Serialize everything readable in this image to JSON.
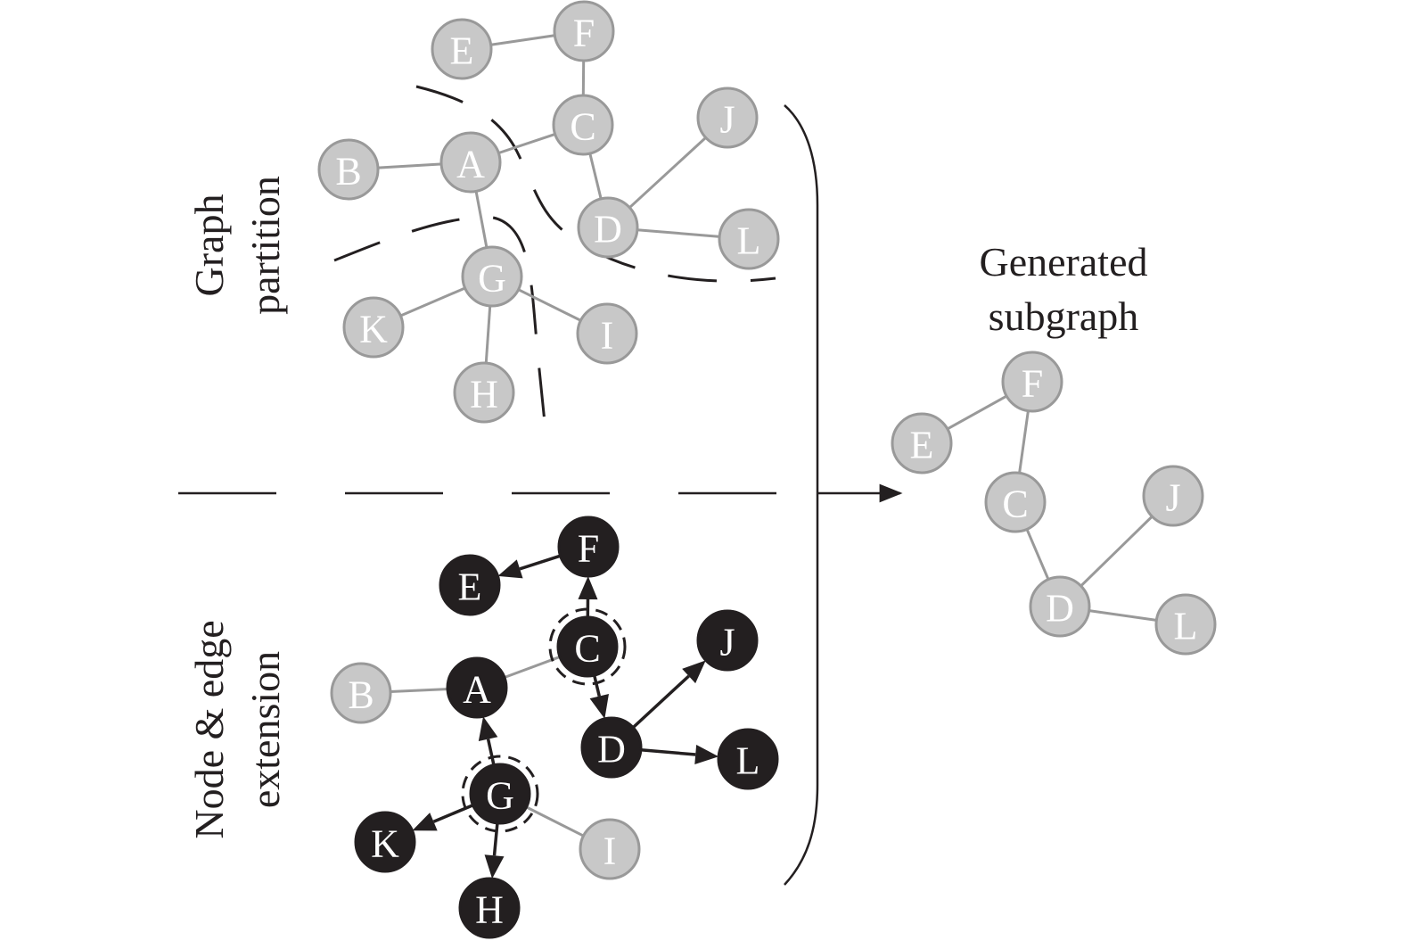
{
  "labels": {
    "partition_line1": "Graph",
    "partition_line2": "partition",
    "extension_line1": "Node & edge",
    "extension_line2": "extension",
    "generated_line1": "Generated",
    "generated_line2": "subgraph"
  },
  "colors": {
    "gray_fill": "#c8c8c8",
    "gray_stroke": "#999999",
    "black_fill": "#231f20",
    "edge_gray": "#999999"
  },
  "graphs": {
    "partition": {
      "nodes": [
        "E",
        "F",
        "C",
        "J",
        "B",
        "A",
        "D",
        "L",
        "G",
        "K",
        "I",
        "H"
      ],
      "edges": [
        [
          "E",
          "F"
        ],
        [
          "F",
          "C"
        ],
        [
          "C",
          "A"
        ],
        [
          "B",
          "A"
        ],
        [
          "C",
          "D"
        ],
        [
          "D",
          "J"
        ],
        [
          "D",
          "L"
        ],
        [
          "A",
          "G"
        ],
        [
          "G",
          "K"
        ],
        [
          "G",
          "I"
        ],
        [
          "G",
          "H"
        ]
      ]
    },
    "extension": {
      "black_nodes": [
        "F",
        "E",
        "C",
        "J",
        "A",
        "D",
        "L",
        "G",
        "K",
        "H"
      ],
      "gray_nodes": [
        "B",
        "I"
      ],
      "seed_nodes": [
        "C",
        "G"
      ],
      "directed_edges": [
        [
          "F",
          "E"
        ],
        [
          "C",
          "F"
        ],
        [
          "C",
          "D"
        ],
        [
          "D",
          "J"
        ],
        [
          "D",
          "L"
        ],
        [
          "G",
          "A"
        ],
        [
          "G",
          "K"
        ],
        [
          "G",
          "H"
        ]
      ],
      "undirected_edges": [
        [
          "B",
          "A"
        ],
        [
          "A",
          "C"
        ],
        [
          "G",
          "I"
        ]
      ]
    },
    "generated": {
      "nodes": [
        "F",
        "E",
        "C",
        "J",
        "D",
        "L"
      ],
      "edges": [
        [
          "E",
          "F"
        ],
        [
          "F",
          "C"
        ],
        [
          "C",
          "D"
        ],
        [
          "D",
          "J"
        ],
        [
          "D",
          "L"
        ]
      ]
    }
  }
}
